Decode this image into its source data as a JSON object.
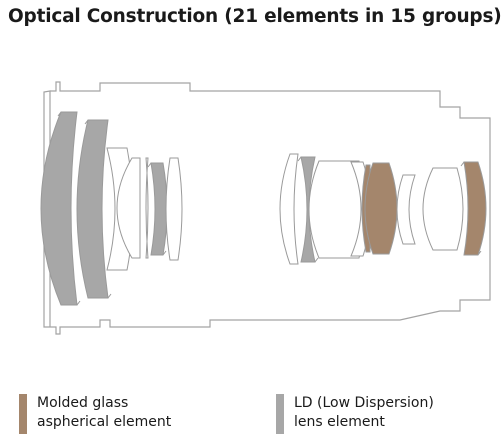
{
  "title": "Optical Construction (21 elements in 15 groups)",
  "colors": {
    "outline": "#a3a3a3",
    "lens_stroke": "#9a9a9a",
    "ld_fill": "#a7a7a7",
    "molded_fill": "#a4866c",
    "background": "#ffffff"
  },
  "legend": [
    {
      "id": "molded",
      "lines": [
        "Molded glass",
        "aspherical element"
      ],
      "color": "#a4866c"
    },
    {
      "id": "ld",
      "lines": [
        "LD (Low Dispersion)",
        "lens element"
      ],
      "color": "#a7a7a7"
    }
  ]
}
